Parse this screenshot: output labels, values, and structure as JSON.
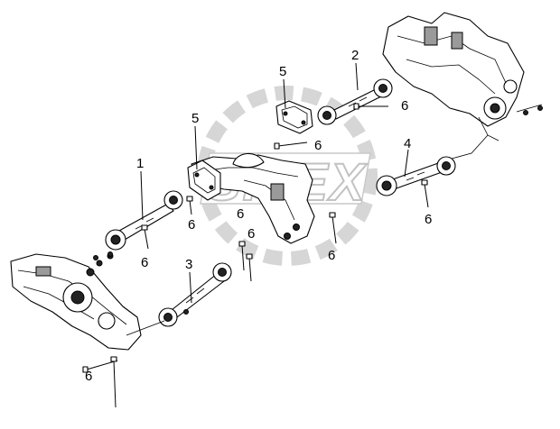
{
  "watermark": {
    "text": "SITEX"
  },
  "callouts": [
    {
      "id": "c1",
      "text": "1"
    },
    {
      "id": "c2",
      "text": "2"
    },
    {
      "id": "c3",
      "text": "3"
    },
    {
      "id": "c4",
      "text": "4"
    },
    {
      "id": "c5a",
      "text": "5"
    },
    {
      "id": "c5b",
      "text": "5"
    },
    {
      "id": "c6a",
      "text": "6"
    },
    {
      "id": "c6b",
      "text": "6"
    },
    {
      "id": "c6c",
      "text": "6"
    },
    {
      "id": "c6d",
      "text": "6"
    },
    {
      "id": "c6e",
      "text": "6"
    },
    {
      "id": "c6f",
      "text": "6"
    },
    {
      "id": "c6g",
      "text": "6"
    },
    {
      "id": "c6h",
      "text": "6"
    },
    {
      "id": "c6i",
      "text": "6"
    }
  ]
}
